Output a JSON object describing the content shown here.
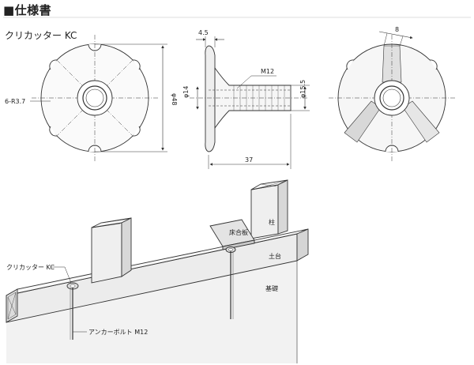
{
  "header": {
    "title": "■仕様書"
  },
  "product": {
    "name": "クリカッター KC"
  },
  "dimensions": {
    "flange_thickness": "4.5",
    "thread": "M12",
    "diameter_48": "φ48",
    "notch_radius": "6-R3.7",
    "inner_diameter": "φ14",
    "outer_body_diameter": "φ15.5",
    "length": "37",
    "notch_width": "8"
  },
  "labels": {
    "kc": "クリカッター KC",
    "bolt": "アンカーボルト M12",
    "floor_board": "床合板",
    "pillar": "柱",
    "sill": "土台",
    "foundation": "基礎"
  },
  "colors": {
    "line": "#333333",
    "fill_light": "#f4f4f4",
    "fill_mid": "#e3e3e3",
    "fill_dark": "#cfcfcf"
  }
}
